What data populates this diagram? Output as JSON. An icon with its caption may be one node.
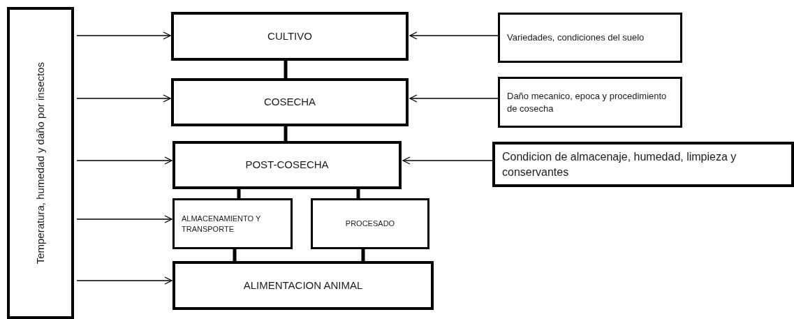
{
  "diagram": {
    "nodes": [
      {
        "text": [
          "Temperatura, humedad y daño por insectos"
        ]
      },
      {
        "text": [
          "CULTIVO"
        ]
      },
      {
        "text": [
          "Variedades, condiciones del suelo"
        ]
      },
      {
        "text": [
          "COSECHA"
        ]
      },
      {
        "text": [
          "Daño mecanico, epoca y procedimiento de cosecha"
        ]
      },
      {
        "text": [
          "POST-COSECHA"
        ]
      },
      {
        "text": [
          "Condicion de almacenaje, humedad, limpieza y conservantes"
        ]
      },
      {
        "text": [
          "ALMACENAMIENTO Y TRANSPORTE"
        ]
      },
      {
        "text": [
          "PROCESADO"
        ]
      },
      {
        "text": [
          "ALIMENTACION ANIMAL"
        ]
      }
    ],
    "edges": [
      {
        "from": 0,
        "to": 1,
        "arrow": "to"
      },
      {
        "from": 0,
        "to": 3,
        "arrow": "to"
      },
      {
        "from": 0,
        "to": 5,
        "arrow": "to"
      },
      {
        "from": 0,
        "to": 7,
        "arrow": "to"
      },
      {
        "from": 0,
        "to": 9,
        "arrow": "to"
      },
      {
        "from": 2,
        "to": 1,
        "arrow": "to"
      },
      {
        "from": 4,
        "to": 3,
        "arrow": "to"
      },
      {
        "from": 6,
        "to": 5,
        "arrow": "to"
      },
      {
        "from": 1,
        "to": 3,
        "arrow": "none",
        "style": "thick"
      },
      {
        "from": 3,
        "to": 5,
        "arrow": "none",
        "style": "thick"
      },
      {
        "from": 5,
        "to": 7,
        "arrow": "none",
        "style": "thick"
      },
      {
        "from": 5,
        "to": 8,
        "arrow": "none",
        "style": "thick"
      },
      {
        "from": 7,
        "to": 9,
        "arrow": "none",
        "style": "thick"
      },
      {
        "from": 8,
        "to": 9,
        "arrow": "none",
        "style": "thick"
      }
    ]
  }
}
